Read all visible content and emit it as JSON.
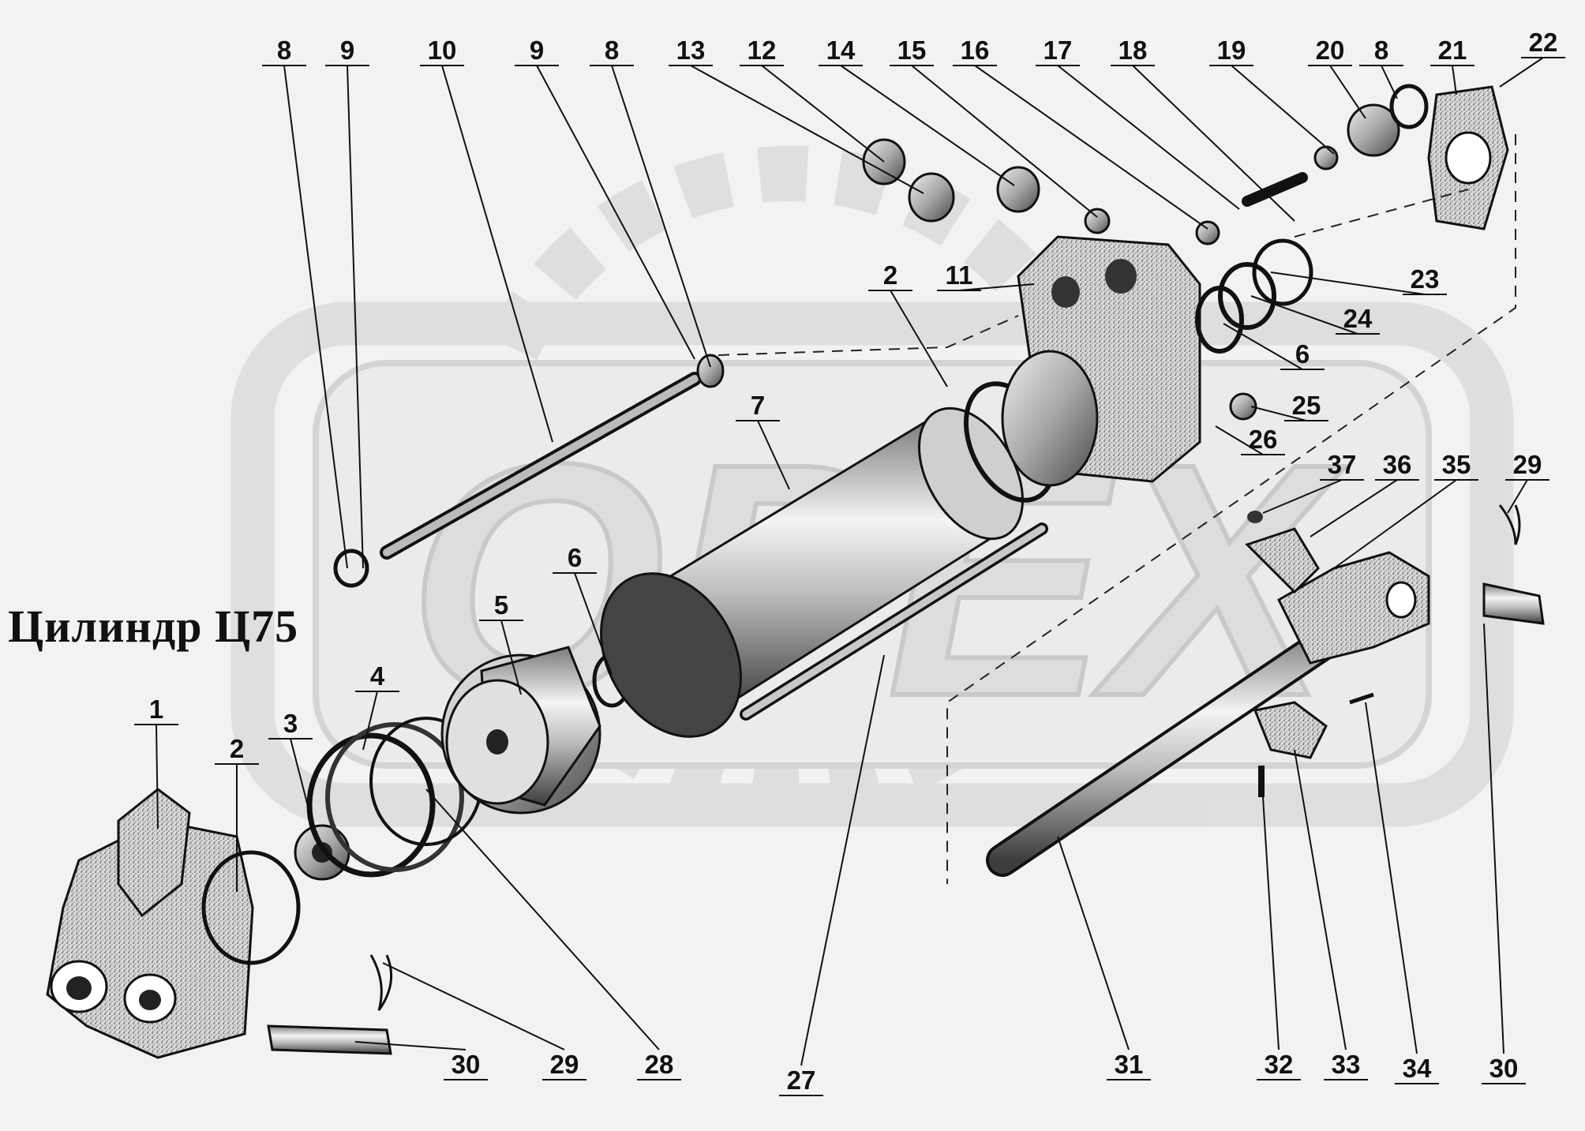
{
  "title": "Цилиндр Ц75",
  "watermark": "ОРЕХ",
  "colors": {
    "background": "#f2f2f2",
    "line": "#111111",
    "watermark": "#d6d6d6"
  },
  "callouts": {
    "top": [
      "8",
      "9",
      "10",
      "9",
      "8",
      "13",
      "12",
      "14",
      "15",
      "16",
      "17",
      "18",
      "19",
      "20",
      "8",
      "21",
      "22"
    ],
    "right": [
      "23",
      "24",
      "6",
      "25",
      "26"
    ],
    "middle": [
      "2",
      "11",
      "7",
      "6",
      "5",
      "4",
      "1",
      "2",
      "3",
      "37",
      "36",
      "35",
      "29"
    ],
    "bottom": [
      "30",
      "29",
      "28",
      "27",
      "31",
      "32",
      "33",
      "34",
      "30"
    ]
  }
}
